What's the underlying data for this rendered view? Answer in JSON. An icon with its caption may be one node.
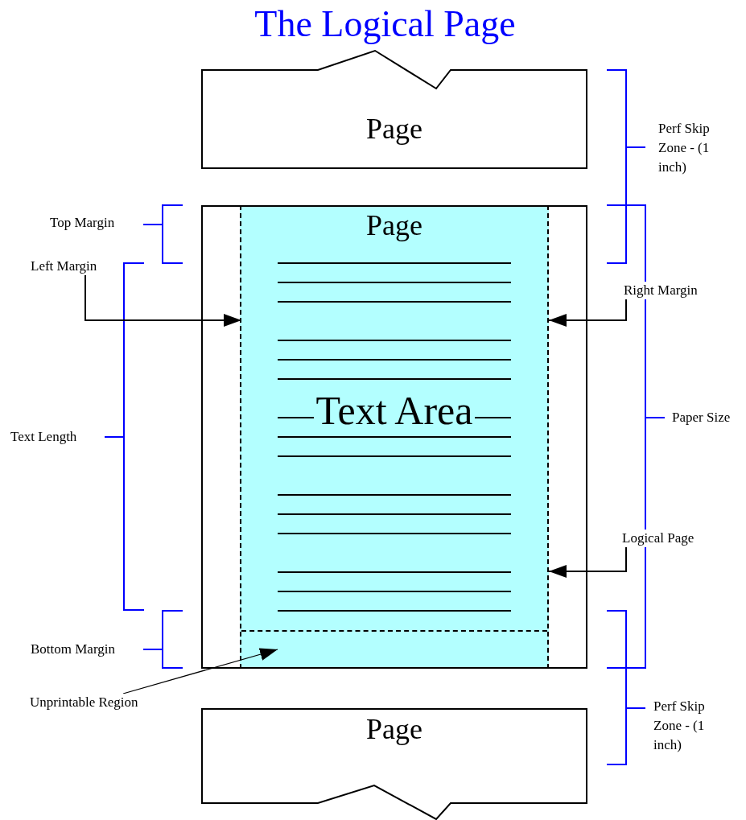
{
  "diagram": {
    "title": "The Logical Page",
    "nodes": [
      {
        "text": [
          "Page"
        ]
      },
      {
        "text": [],
        "shape": "box"
      },
      {
        "text": [
          "Page",
          "Text Area"
        ],
        "in": 1
      },
      {
        "text": [],
        "shape": "box",
        "in": 2
      },
      {
        "text": [
          "Page"
        ]
      },
      {
        "text": [
          "Left Margin"
        ]
      },
      {
        "text": [
          "Right Margin"
        ]
      },
      {
        "text": [
          "Logical Page"
        ]
      },
      {
        "text": [
          "Unprintable Region"
        ]
      }
    ],
    "edges": [
      {
        "from": 5,
        "to": 2,
        "arrow": "to"
      },
      {
        "from": 6,
        "to": 2,
        "arrow": "to"
      },
      {
        "from": 7,
        "to": 2,
        "arrow": "to"
      },
      {
        "from": 8,
        "to": 3,
        "arrow": "to"
      }
    ],
    "labels": [
      "Perf Skip Zone - (1 inch)",
      "Top Margin",
      "Text Length",
      "Paper Size",
      "Bottom Margin",
      "Perf Skip Zone - (1 inch)"
    ]
  }
}
